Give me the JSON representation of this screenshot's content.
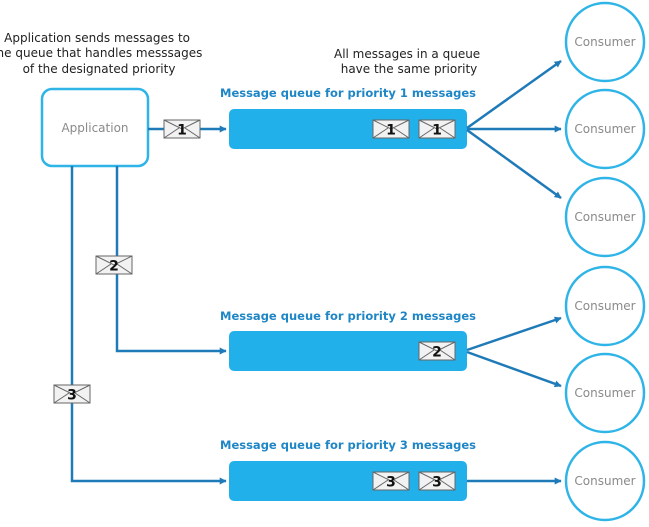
{
  "colors": {
    "accent": "#1f7ab8",
    "queue_fill": "#22b0ea",
    "node_border": "#2fb4e8",
    "queue_title": "#1f86c6"
  },
  "notes": {
    "app_note": [
      "Application sends messages to",
      "the queue that handles messsages",
      "of the designated priority"
    ],
    "queue_note": [
      "All messages in a queue",
      "have the same priority"
    ]
  },
  "application": {
    "label": "Application"
  },
  "queues": [
    {
      "title": "Message queue for priority 1 messages",
      "priority": "1",
      "messages": [
        "1",
        "1"
      ]
    },
    {
      "title": "Message queue for priority 2 messages",
      "priority": "2",
      "messages": [
        "2"
      ]
    },
    {
      "title": "Message queue for priority 3 messages",
      "priority": "3",
      "messages": [
        "3",
        "3"
      ]
    }
  ],
  "consumers": [
    {
      "label": "Consumer",
      "queue": 1
    },
    {
      "label": "Consumer",
      "queue": 1
    },
    {
      "label": "Consumer",
      "queue": 1
    },
    {
      "label": "Consumer",
      "queue": 2
    },
    {
      "label": "Consumer",
      "queue": 2
    },
    {
      "label": "Consumer",
      "queue": 3
    }
  ],
  "sent_messages": [
    "1",
    "2",
    "3"
  ]
}
